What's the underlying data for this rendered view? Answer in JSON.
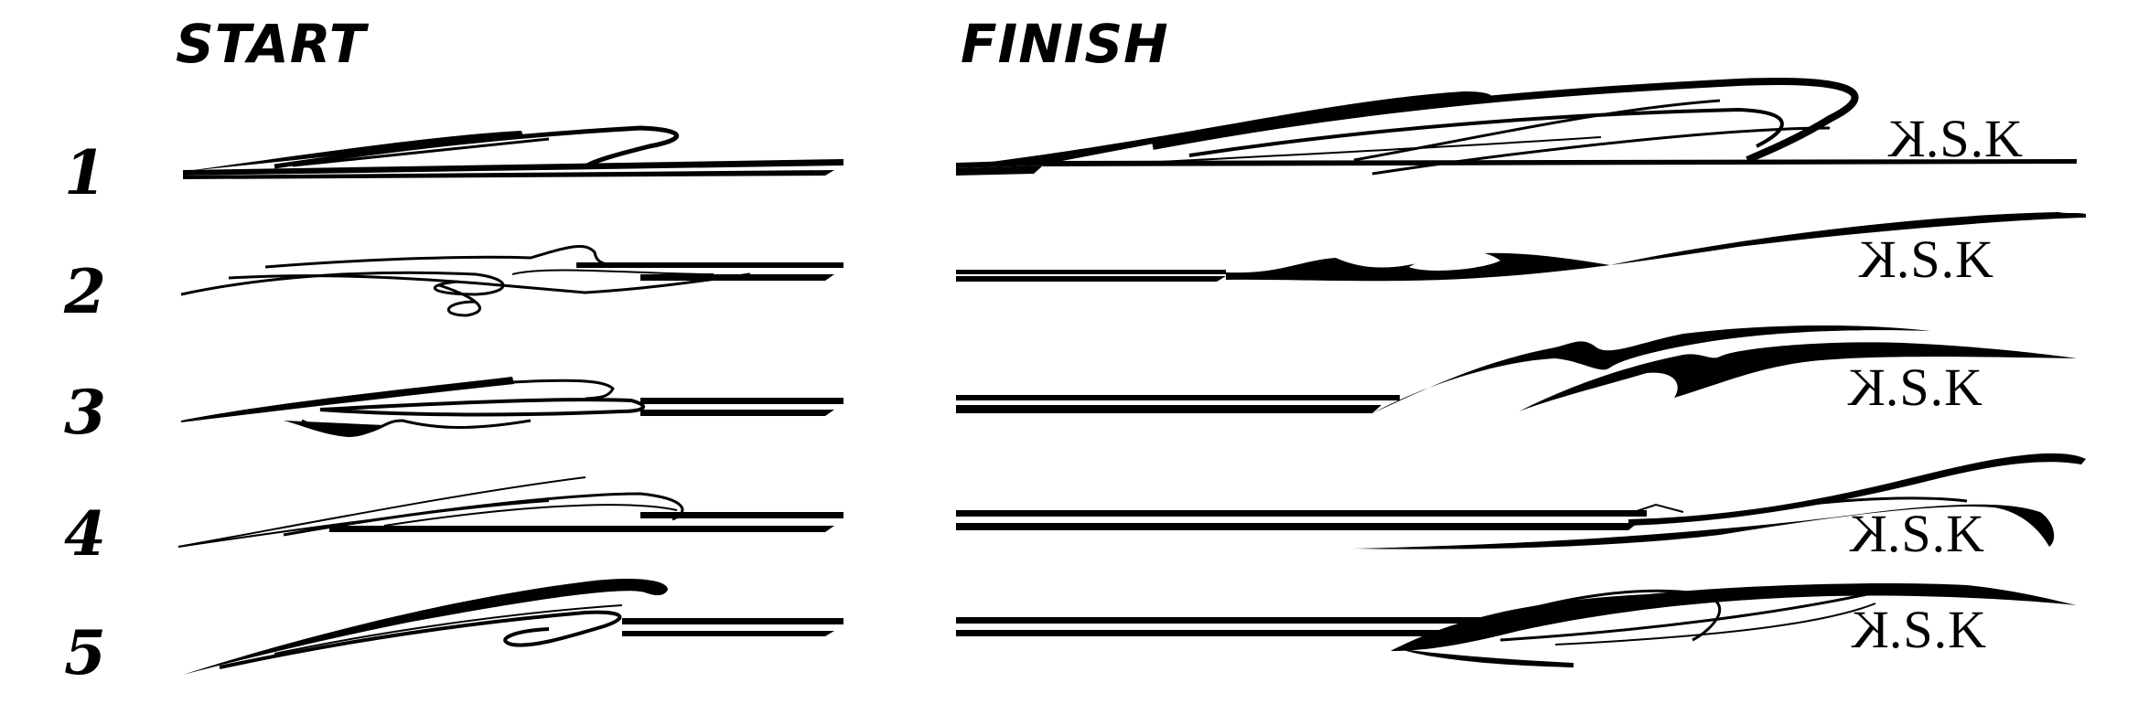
{
  "headers": {
    "start": "START",
    "finish": "FINISH"
  },
  "rows": [
    {
      "number": "1"
    },
    {
      "number": "2"
    },
    {
      "number": "3"
    },
    {
      "number": "4"
    },
    {
      "number": "5"
    }
  ],
  "logo": {
    "first": "K",
    "rest": ".S.K"
  },
  "colors": {
    "ink": "#000000",
    "background": "#ffffff"
  }
}
